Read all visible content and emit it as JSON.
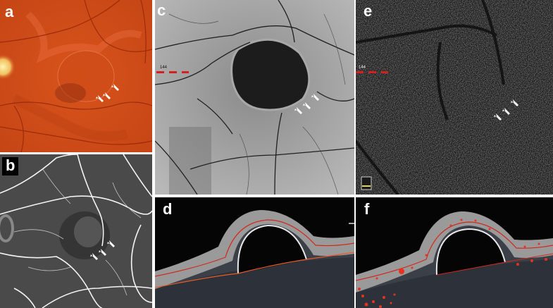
{
  "figure": {
    "panels": [
      {
        "id": "a",
        "label": "a",
        "modality": "color fundus photograph",
        "arrow_count": 3
      },
      {
        "id": "b",
        "label": "b",
        "modality": "fluorescein angiography",
        "arrow_count": 3
      },
      {
        "id": "c",
        "label": "c",
        "modality": "en face OCT",
        "arrow_count": 3,
        "scan_line_number": "144"
      },
      {
        "id": "d",
        "label": "d",
        "modality": "OCT B-scan with segmentation lines"
      },
      {
        "id": "e",
        "label": "e",
        "modality": "OCT angiography en face",
        "arrow_count": 3,
        "scan_line_number": "144"
      },
      {
        "id": "f",
        "label": "f",
        "modality": "OCT B-scan with flow overlay"
      }
    ],
    "colors": {
      "fundus": "#d9531e",
      "scan_line": "#d4201e",
      "segmentation_line": "#e0301c",
      "flow_overlay": "#e8321e",
      "arrow": "#ffffff",
      "scale_marker": "#e6d64a"
    }
  }
}
